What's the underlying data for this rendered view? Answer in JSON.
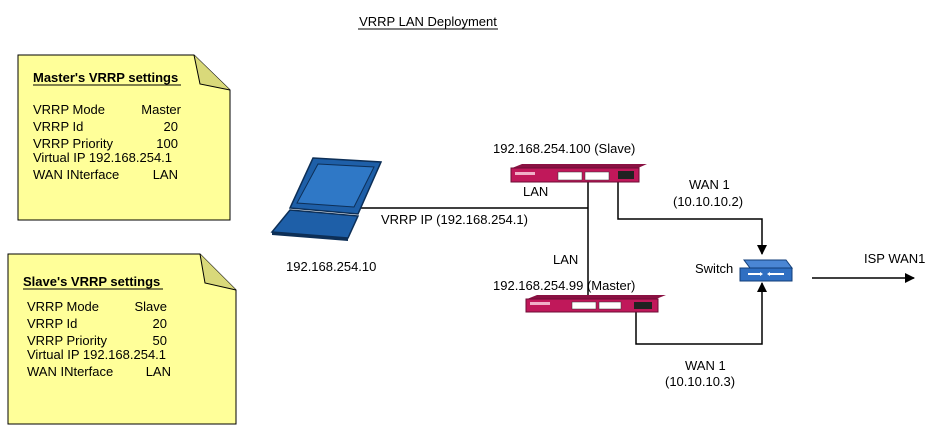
{
  "title": "VRRP LAN Deployment",
  "notes": {
    "master": {
      "heading": "Master's VRRP settings",
      "rows": [
        {
          "label": "VRRP Mode",
          "value": "Master"
        },
        {
          "label": "VRRP Id",
          "value": "20"
        },
        {
          "label": "VRRP Priority",
          "value": "100"
        },
        {
          "label": "Virtual IP 192.168.254.1",
          "value": ""
        },
        {
          "label": "WAN INterface",
          "value": "LAN"
        }
      ]
    },
    "slave": {
      "heading": "Slave's VRRP settings",
      "rows": [
        {
          "label": "VRRP Mode",
          "value": "Slave"
        },
        {
          "label": "VRRP Id",
          "value": "20"
        },
        {
          "label": "VRRP Priority",
          "value": "50"
        },
        {
          "label": "Virtual IP 192.168.254.1",
          "value": ""
        },
        {
          "label": "WAN INterface",
          "value": "LAN"
        }
      ]
    }
  },
  "nodes": {
    "laptop": {
      "label": "192.168.254.10",
      "icon": "laptop-icon"
    },
    "slave_router": {
      "label": "192.168.254.100 (Slave)",
      "icon": "router-icon"
    },
    "master_router": {
      "label": "192.168.254.99 (Master)",
      "icon": "router-icon"
    },
    "switch": {
      "label": "Switch",
      "icon": "switch-icon"
    },
    "isp": {
      "label": "ISP WAN1"
    }
  },
  "links": {
    "vrrp_ip": "VRRP IP (192.168.254.1)",
    "lan_top": "LAN",
    "lan_mid": "LAN",
    "wan_top_name": "WAN 1",
    "wan_top_ip": "(10.10.10.2)",
    "wan_bottom_name": "WAN 1",
    "wan_bottom_ip": "(10.10.10.3)"
  },
  "colors": {
    "note_fill": "#ffff99",
    "router": "#c0185a",
    "laptop": "#1e5fa8",
    "switch": "#2f6fc2"
  }
}
